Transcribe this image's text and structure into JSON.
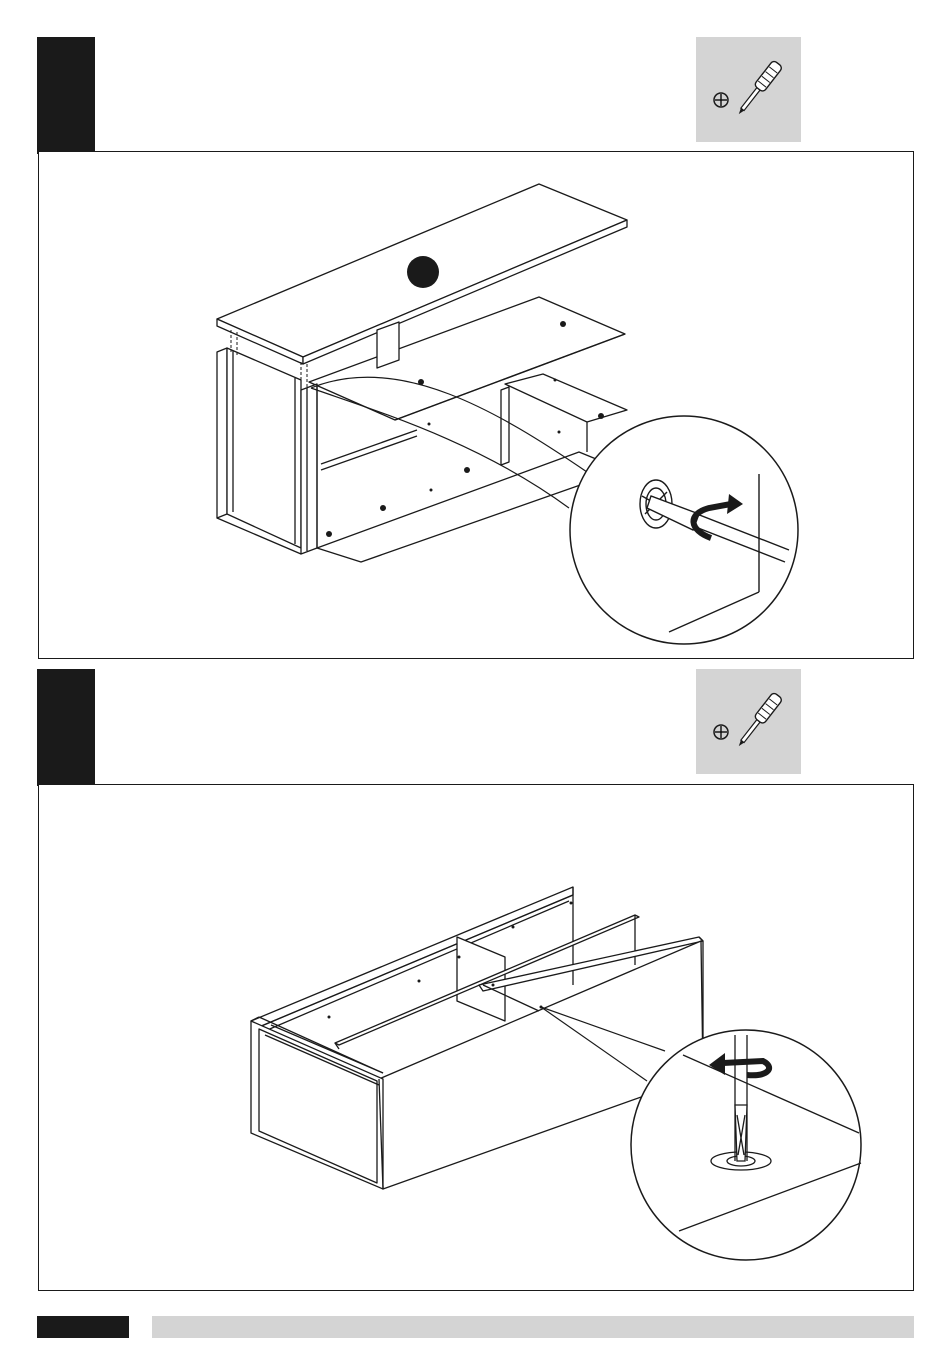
{
  "document": {
    "type": "assembly-instructions",
    "steps": [
      {
        "id": "step-a",
        "tool_icon": "phillips-screwdriver-icon",
        "illustration": "cam-lock-tightening",
        "part_marker": "filled-circle-marker"
      },
      {
        "id": "step-b",
        "tool_icon": "phillips-screwdriver-icon",
        "illustration": "screw-driving"
      }
    ],
    "footer": {
      "left_block": "page-number-block",
      "right_bar": "footer-bar"
    }
  },
  "colors": {
    "ink": "#1a1a1a",
    "tool_background": "#d4d4d4",
    "footer_bar": "#d4d4d4",
    "paper": "#ffffff"
  }
}
